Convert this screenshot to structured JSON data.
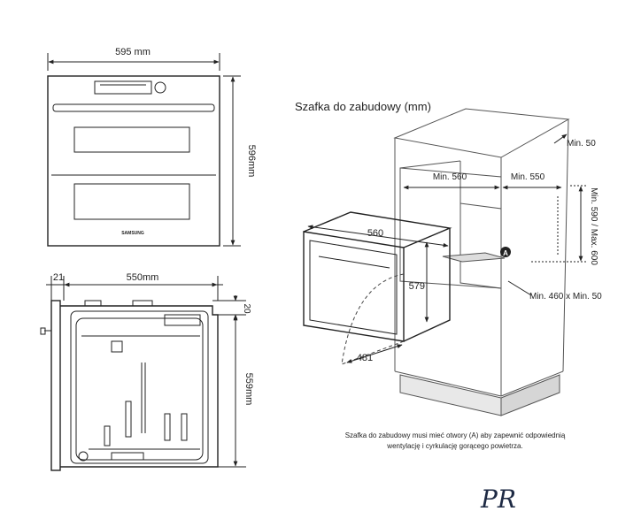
{
  "front_view": {
    "width_label": "595 mm",
    "height_label": "596mm",
    "brand_label": "SAMSUNG"
  },
  "side_view": {
    "door_label": "21",
    "depth_label": "550mm",
    "top_label": "20",
    "height_label": "559mm"
  },
  "cabinet": {
    "title": "Szafka do zabudowy (mm)",
    "min_depth_label": "Min. 560",
    "min_550_label": "Min. 550",
    "min_50_label": "Min. 50",
    "height_range_label": "Min. 590 / Max. 600",
    "opening_label": "Min. 460 x Min. 50",
    "opening_marker": "A",
    "oven_width_label": "560",
    "oven_height_label": "579",
    "oven_depth_label": "481"
  },
  "note": {
    "line1": "Szafka do zabudowy musi mieć otwory (A) aby zapewnić odpowiednią",
    "line2": "wentylację i cyrkulację gorącego powietrza."
  },
  "logo": {
    "text": "PR"
  }
}
